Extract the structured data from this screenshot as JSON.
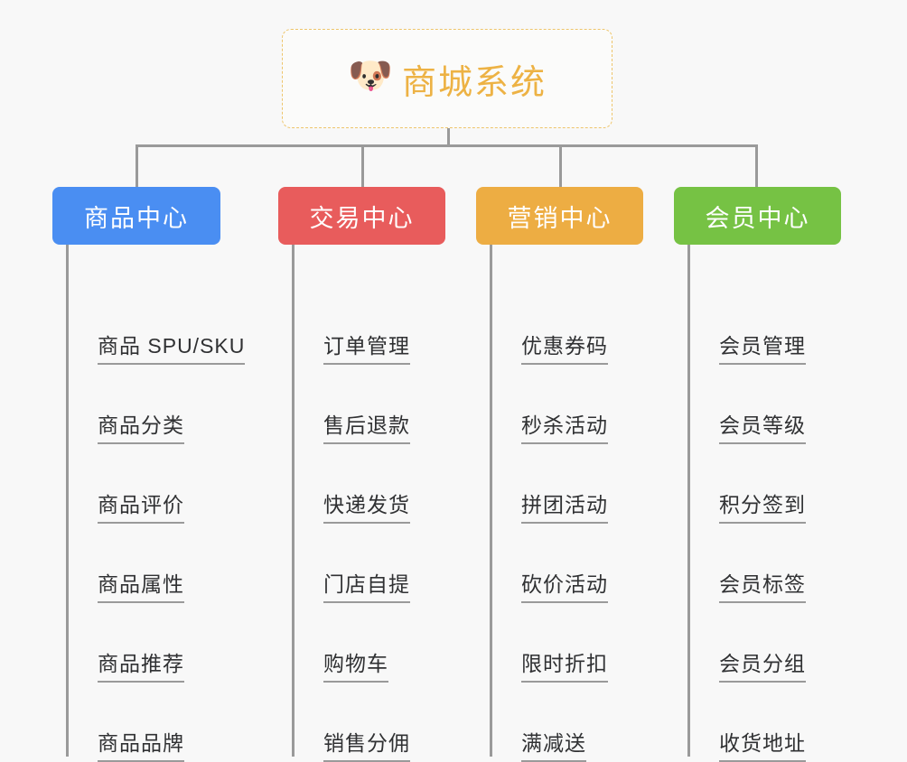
{
  "diagram": {
    "type": "mindmap",
    "background_color": "#f8f8f8",
    "line_color": "#9a9a9a",
    "root": {
      "icon": "shiba-dog-emoji",
      "icon_glyph": "🐶",
      "title": "商城系统",
      "text_color": "#edb244",
      "border_color": "#eec56b",
      "border_style": "dashed"
    },
    "branches": [
      {
        "id": "product-center",
        "label": "商品中心",
        "color": "#4a8ef2",
        "items": [
          "商品 SPU/SKU",
          "商品分类",
          "商品评价",
          "商品属性",
          "商品推荐",
          "商品品牌"
        ]
      },
      {
        "id": "trade-center",
        "label": "交易中心",
        "color": "#e85c5c",
        "items": [
          "订单管理",
          "售后退款",
          "快递发货",
          "门店自提",
          "购物车",
          "销售分佣"
        ]
      },
      {
        "id": "marketing-center",
        "label": "营销中心",
        "color": "#edad43",
        "items": [
          "优惠券码",
          "秒杀活动",
          "拼团活动",
          "砍价活动",
          "限时折扣",
          "满减送"
        ]
      },
      {
        "id": "member-center",
        "label": "会员中心",
        "color": "#76c244",
        "items": [
          "会员管理",
          "会员等级",
          "积分签到",
          "会员标签",
          "会员分组",
          "收货地址"
        ]
      }
    ]
  }
}
